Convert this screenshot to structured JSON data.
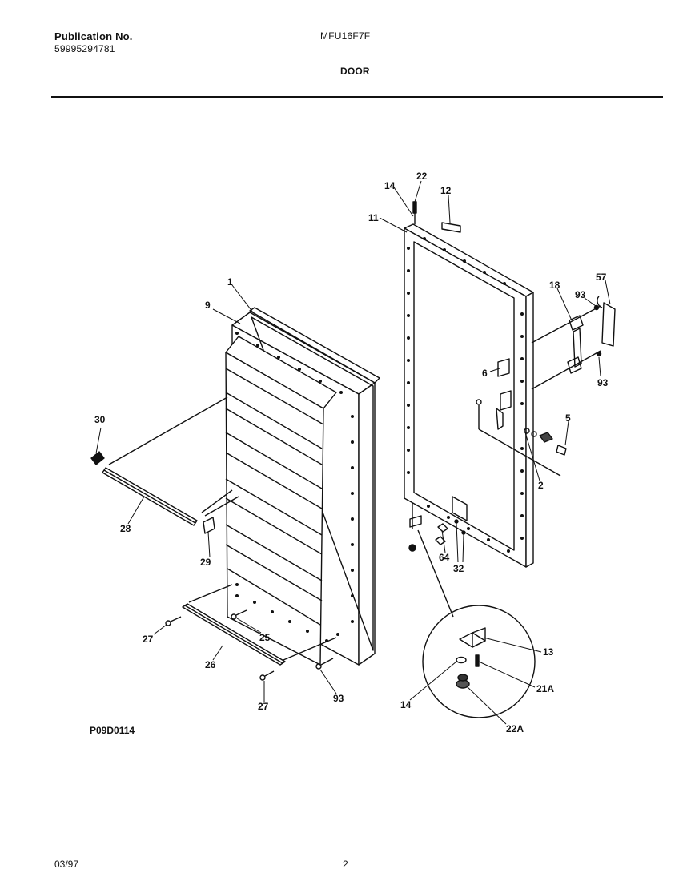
{
  "header": {
    "publication_label": "Publication No.",
    "publication_number": "59995294781",
    "model": "MFU16F7F",
    "section_title": "DOOR"
  },
  "diagram_code": "P09D0114",
  "footer": {
    "date": "03/97",
    "page": "2"
  },
  "callouts": {
    "c1": "1",
    "c9": "9",
    "c30": "30",
    "c28": "28",
    "c29": "29",
    "c27a": "27",
    "c25": "25",
    "c26": "26",
    "c27b": "27",
    "c93a": "93",
    "c22": "22",
    "c14a": "14",
    "c12": "12",
    "c11": "11",
    "c18": "18",
    "c93b": "93",
    "c57": "57",
    "c6": "6",
    "c93c": "93",
    "c5": "5",
    "c2": "2",
    "c64": "64",
    "c32": "32",
    "c13": "13",
    "c14b": "14",
    "c21a": "21A",
    "c22a": "22A"
  }
}
